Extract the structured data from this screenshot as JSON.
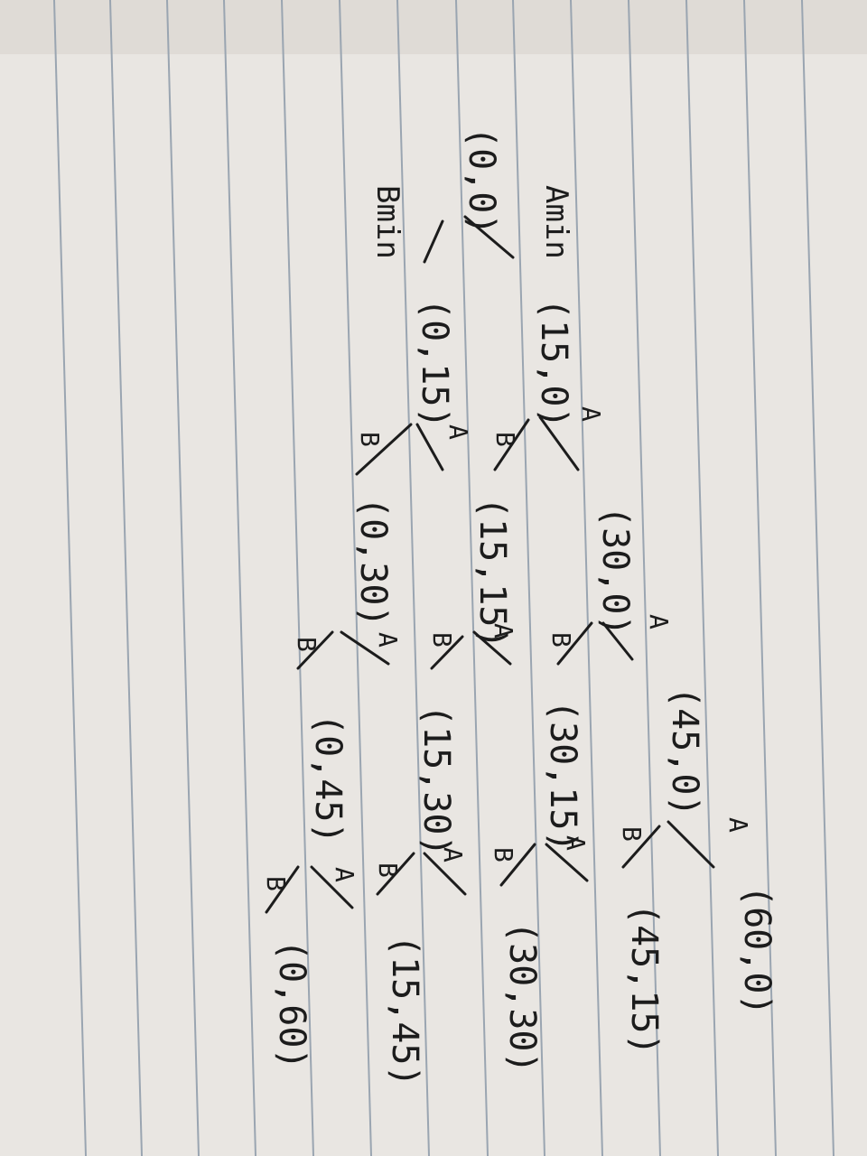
{
  "page": {
    "paper_color": "#e9e6e2",
    "line_color": "#9aa5b1",
    "ink_color": "#1c1c1c"
  },
  "labels": {
    "a_min": "Amin",
    "b_min": "Bmin"
  },
  "nodes": {
    "n_0_0": "(0,0)",
    "n_15_0": "(15,0)",
    "n_0_15": "(0,15)",
    "n_30_0": "(30,0)",
    "n_15_15": "(15,15)",
    "n_0_30": "(0,30)",
    "n_45_0": "(45,0)",
    "n_30_15": "(30,15)",
    "n_15_30": "(15,30)",
    "n_0_45": "(0,45)",
    "n_60_0": "(60,0)",
    "n_45_15": "(45,15)",
    "n_30_30": "(30,30)",
    "n_15_45": "(15,45)",
    "n_0_60": "(0,60)"
  },
  "edge_labels": {
    "a": "A",
    "b": "B"
  }
}
